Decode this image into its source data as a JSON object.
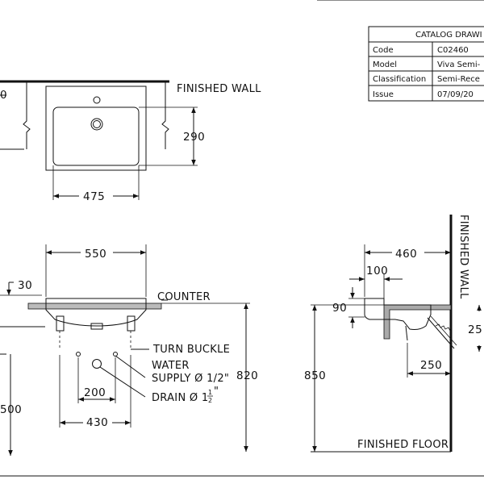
{
  "catalog": {
    "header": "CATALOG DRAWI",
    "rows": [
      {
        "label": "Code",
        "value": "C02460"
      },
      {
        "label": "Model",
        "value": "Viva Semi-"
      },
      {
        "label": "Classification",
        "value": "Semi-Rece"
      },
      {
        "label": "Issue",
        "value": "07/09/20"
      }
    ]
  },
  "labels": {
    "finished_wall_top": "FINISHED WALL",
    "finished_wall_side": "FINISHED WALL",
    "counter": "COUNTER",
    "turn_buckle": "TURN BUCKLE",
    "water_supply_1": "WATER",
    "water_supply_2": "SUPPLY Ø 1/2\"",
    "drain_prefix": "DRAIN Ø 1",
    "drain_frac_num": "1",
    "drain_frac_den": "2",
    "drain_suffix": "\"",
    "finished_floor": "FINISHED FLOOR"
  },
  "dimensions": {
    "top_left_partial": "0",
    "depth_290": "290",
    "width_475": "475",
    "width_550": "550",
    "thickness_30": "30",
    "height_820": "820",
    "supply_200": "200",
    "supply_430": "430",
    "partial_500": "500",
    "side_460": "460",
    "side_100": "100",
    "side_90": "90",
    "side_850": "850",
    "side_250": "250",
    "side_25_partial": "25"
  }
}
